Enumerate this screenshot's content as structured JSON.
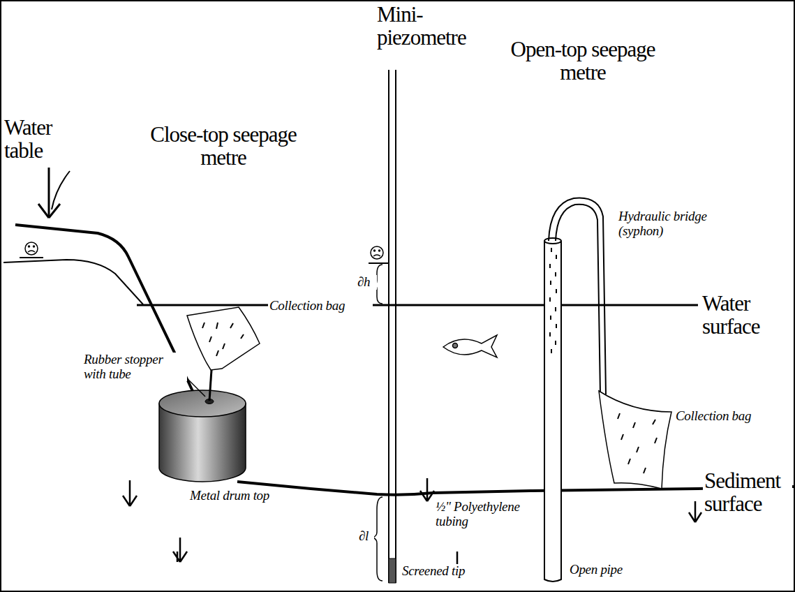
{
  "diagram": {
    "labels": [
      "Mini- piezometre",
      "Close-top seepage metre",
      "Open-top seepage metre",
      "Hydraulic bridge (syphon)",
      "Water table",
      "∂h",
      "Water surface",
      "Collection bag",
      "Rubber stopper with tube",
      "Collection bag",
      "Metal drum top",
      "∂l",
      "½\" Polyethylene tubing",
      "Sediment surface",
      "Screened tip",
      "Open pipe"
    ]
  }
}
